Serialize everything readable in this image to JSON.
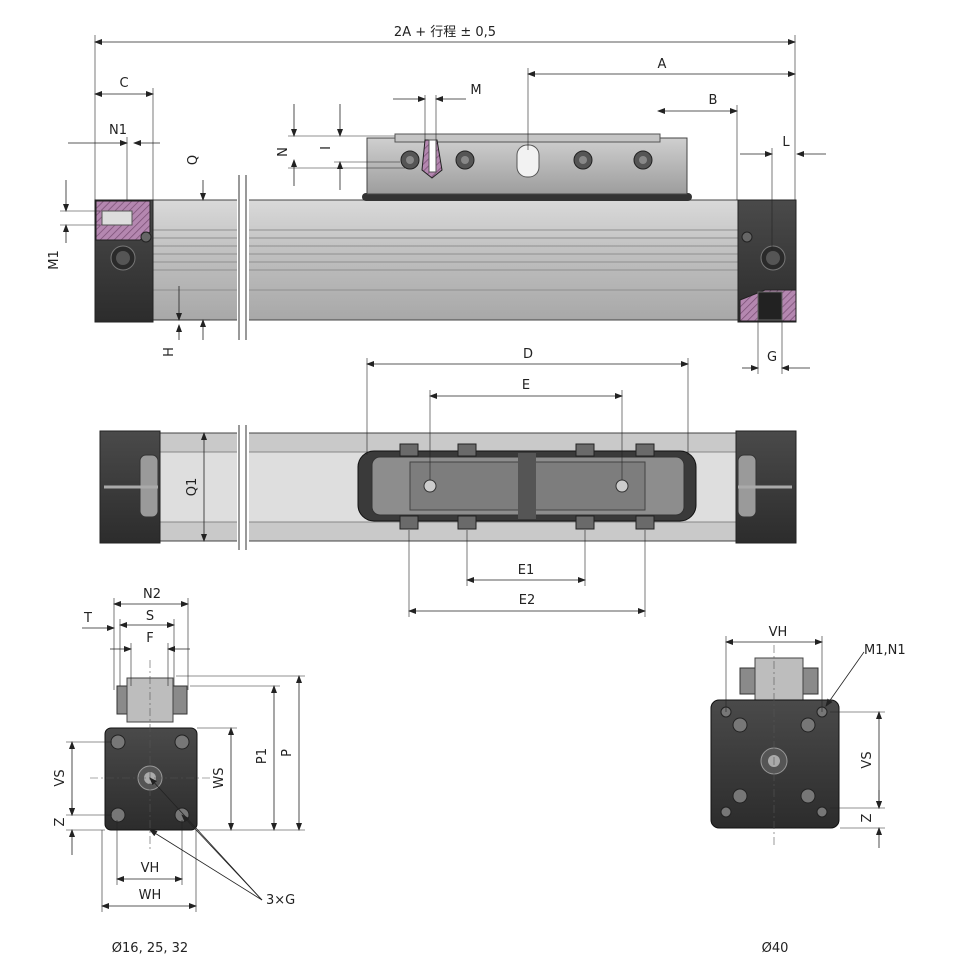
{
  "labels": {
    "overall": "2A + 行程 ± 0,5",
    "A": "A",
    "B": "B",
    "C": "C",
    "L": "L",
    "M": "M",
    "N": "N",
    "N1": "N1",
    "I": "I",
    "Q": "Q",
    "M1": "M1",
    "H": "H",
    "G": "G",
    "D": "D",
    "E": "E",
    "Q1": "Q1",
    "E1": "E1",
    "E2": "E2",
    "N2": "N2",
    "T": "T",
    "S": "S",
    "F": "F",
    "VS": "VS",
    "Z": "Z",
    "WS": "WS",
    "P1": "P1",
    "P": "P",
    "VH": "VH",
    "WH": "WH",
    "threeG": "3×G",
    "M1N1": "M1,N1"
  },
  "captions": {
    "small_sizes": "Ø16, 25, 32",
    "large_size": "Ø40"
  },
  "colors": {
    "endcap": "#3b3b3b",
    "barrel": "#c7c7c7",
    "carriage": "#b3b3b3",
    "section_hatch": "#a0709a",
    "line": "#222222"
  }
}
